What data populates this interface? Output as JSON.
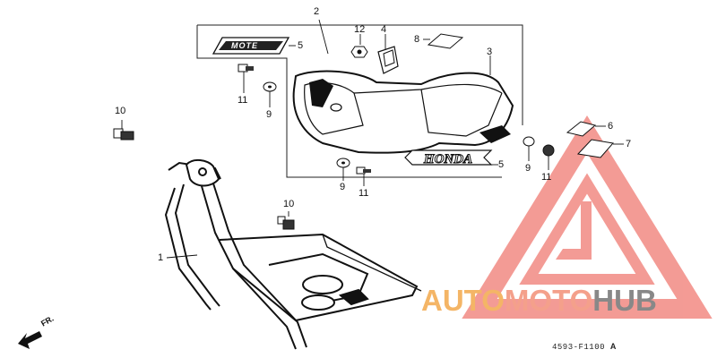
{
  "diagram": {
    "callouts": [
      {
        "id": "c2",
        "label": "2"
      },
      {
        "id": "c12",
        "label": "12"
      },
      {
        "id": "c4",
        "label": "4"
      },
      {
        "id": "c8",
        "label": "8"
      },
      {
        "id": "c3",
        "label": "3"
      },
      {
        "id": "c5a",
        "label": "5"
      },
      {
        "id": "c11a",
        "label": "11"
      },
      {
        "id": "c9a",
        "label": "9"
      },
      {
        "id": "c10a",
        "label": "10"
      },
      {
        "id": "c6",
        "label": "6"
      },
      {
        "id": "c7",
        "label": "7"
      },
      {
        "id": "c9b",
        "label": "9"
      },
      {
        "id": "c11b",
        "label": "11"
      },
      {
        "id": "c5b",
        "label": "5"
      },
      {
        "id": "c9c",
        "label": "9"
      },
      {
        "id": "c11c",
        "label": "11"
      },
      {
        "id": "c10b",
        "label": "10"
      },
      {
        "id": "c1",
        "label": "1"
      }
    ],
    "emblem_text": "HONDA",
    "model_emblem_text": "MOTE",
    "catalog_code": "4593-F1100",
    "catalog_suffix": "A",
    "front_arrow_label": "FR."
  },
  "watermark": {
    "part1": "AUTO",
    "part2": "MOTO",
    "part3": "HUB",
    "colors": {
      "auto": "#f4b566",
      "moto": "#f4a08b",
      "hub": "#888888",
      "triangle": "#f07a72"
    }
  }
}
